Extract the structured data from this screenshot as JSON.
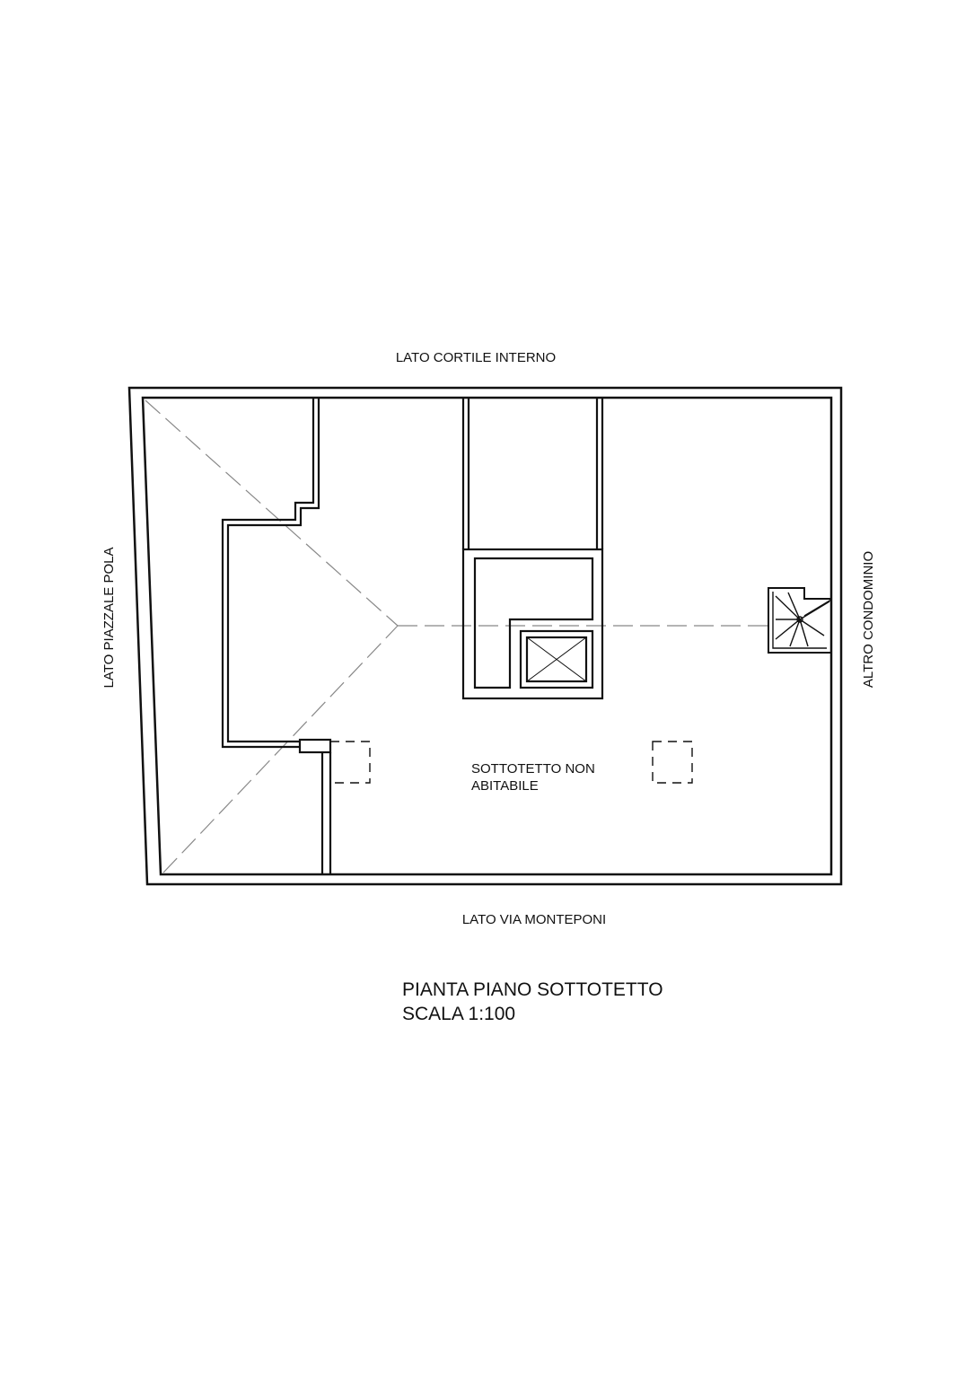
{
  "labels": {
    "top": "LATO CORTILE INTERNO",
    "bottom": "LATO VIA MONTEPONI",
    "left": "LATO PIAZZALE POLA",
    "right": "ALTRO CONDOMINIO",
    "room_line1": "SOTTOTETTO NON",
    "room_line2": "ABITABILE"
  },
  "title": {
    "line1": "PIANTA PIANO SOTTOTETTO",
    "line2": "SCALA 1:100"
  }
}
